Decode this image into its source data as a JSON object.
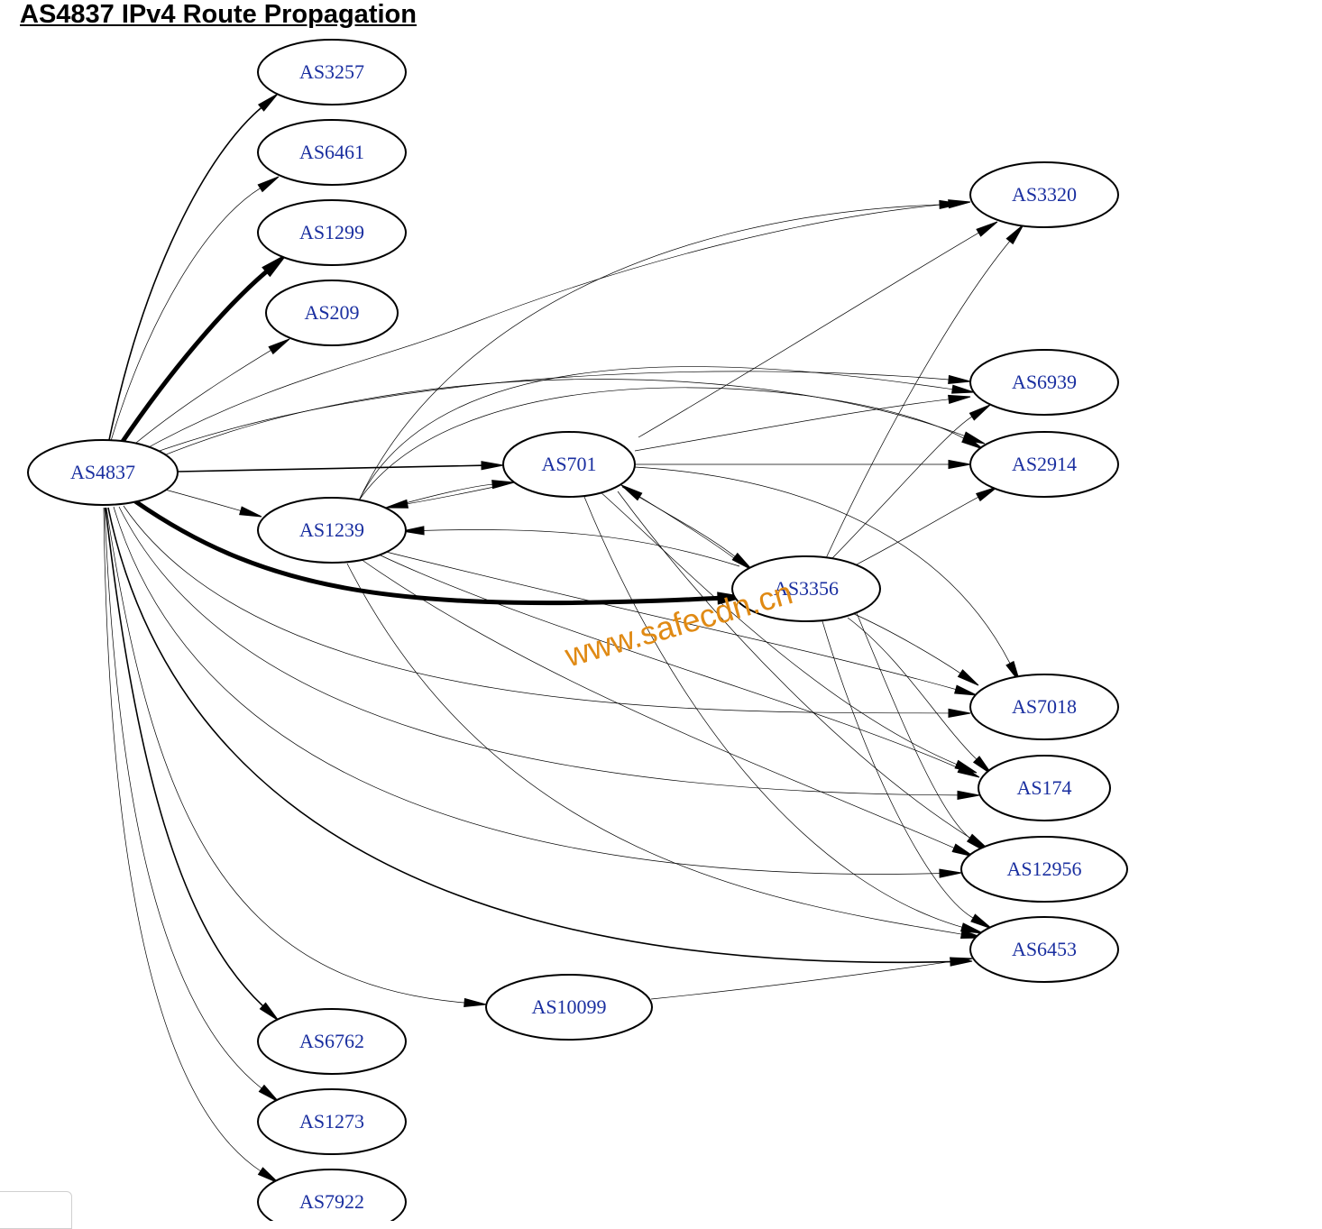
{
  "title": "AS4837 IPv4 Route Propagation",
  "watermark": "www.safecdn.cn",
  "colors": {
    "node_label": "#1a2fa0",
    "edge": "#000000",
    "watermark": "#e08a14"
  },
  "nodes": {
    "AS4837": "AS4837",
    "AS3257": "AS3257",
    "AS6461": "AS6461",
    "AS1299": "AS1299",
    "AS209": "AS209",
    "AS1239": "AS1239",
    "AS701": "AS701",
    "AS3356": "AS3356",
    "AS10099": "AS10099",
    "AS6762": "AS6762",
    "AS1273": "AS1273",
    "AS7922": "AS7922",
    "AS3320": "AS3320",
    "AS6939": "AS6939",
    "AS2914": "AS2914",
    "AS7018": "AS7018",
    "AS174": "AS174",
    "AS12956": "AS12956",
    "AS6453": "AS6453"
  },
  "edges": [
    {
      "from": "AS4837",
      "to": "AS3257",
      "weight": "medium"
    },
    {
      "from": "AS4837",
      "to": "AS6461",
      "weight": "thin"
    },
    {
      "from": "AS4837",
      "to": "AS1299",
      "weight": "heavy"
    },
    {
      "from": "AS4837",
      "to": "AS209",
      "weight": "thin"
    },
    {
      "from": "AS4837",
      "to": "AS3320",
      "weight": "thin"
    },
    {
      "from": "AS4837",
      "to": "AS6939",
      "weight": "thin"
    },
    {
      "from": "AS4837",
      "to": "AS2914",
      "weight": "thin"
    },
    {
      "from": "AS4837",
      "to": "AS701",
      "weight": "medium"
    },
    {
      "from": "AS4837",
      "to": "AS1239",
      "weight": "thin"
    },
    {
      "from": "AS4837",
      "to": "AS3356",
      "weight": "heavy"
    },
    {
      "from": "AS4837",
      "to": "AS7018",
      "weight": "thin"
    },
    {
      "from": "AS4837",
      "to": "AS174",
      "weight": "thin"
    },
    {
      "from": "AS4837",
      "to": "AS12956",
      "weight": "thin"
    },
    {
      "from": "AS4837",
      "to": "AS6453",
      "weight": "medium"
    },
    {
      "from": "AS4837",
      "to": "AS10099",
      "weight": "thin"
    },
    {
      "from": "AS4837",
      "to": "AS6762",
      "weight": "medium"
    },
    {
      "from": "AS4837",
      "to": "AS1273",
      "weight": "thin"
    },
    {
      "from": "AS4837",
      "to": "AS7922",
      "weight": "thin"
    },
    {
      "from": "AS1239",
      "to": "AS701",
      "weight": "thin"
    },
    {
      "from": "AS701",
      "to": "AS1239",
      "weight": "thin"
    },
    {
      "from": "AS3356",
      "to": "AS1239",
      "weight": "thin"
    },
    {
      "from": "AS1239",
      "to": "AS3320",
      "weight": "thin"
    },
    {
      "from": "AS1239",
      "to": "AS6939",
      "weight": "thin"
    },
    {
      "from": "AS1239",
      "to": "AS2914",
      "weight": "thin"
    },
    {
      "from": "AS1239",
      "to": "AS7018",
      "weight": "thin"
    },
    {
      "from": "AS1239",
      "to": "AS174",
      "weight": "thin"
    },
    {
      "from": "AS1239",
      "to": "AS12956",
      "weight": "thin"
    },
    {
      "from": "AS1239",
      "to": "AS6453",
      "weight": "thin"
    },
    {
      "from": "AS701",
      "to": "AS3320",
      "weight": "thin"
    },
    {
      "from": "AS701",
      "to": "AS6939",
      "weight": "thin"
    },
    {
      "from": "AS701",
      "to": "AS2914",
      "weight": "thin"
    },
    {
      "from": "AS701",
      "to": "AS3356",
      "weight": "thin"
    },
    {
      "from": "AS3356",
      "to": "AS701",
      "weight": "thin"
    },
    {
      "from": "AS701",
      "to": "AS7018",
      "weight": "thin"
    },
    {
      "from": "AS701",
      "to": "AS174",
      "weight": "thin"
    },
    {
      "from": "AS701",
      "to": "AS12956",
      "weight": "thin"
    },
    {
      "from": "AS701",
      "to": "AS6453",
      "weight": "thin"
    },
    {
      "from": "AS3356",
      "to": "AS3320",
      "weight": "thin"
    },
    {
      "from": "AS3356",
      "to": "AS6939",
      "weight": "thin"
    },
    {
      "from": "AS3356",
      "to": "AS2914",
      "weight": "thin"
    },
    {
      "from": "AS3356",
      "to": "AS7018",
      "weight": "thin"
    },
    {
      "from": "AS3356",
      "to": "AS174",
      "weight": "thin"
    },
    {
      "from": "AS3356",
      "to": "AS12956",
      "weight": "thin"
    },
    {
      "from": "AS3356",
      "to": "AS6453",
      "weight": "thin"
    },
    {
      "from": "AS10099",
      "to": "AS6453",
      "weight": "thin"
    }
  ]
}
